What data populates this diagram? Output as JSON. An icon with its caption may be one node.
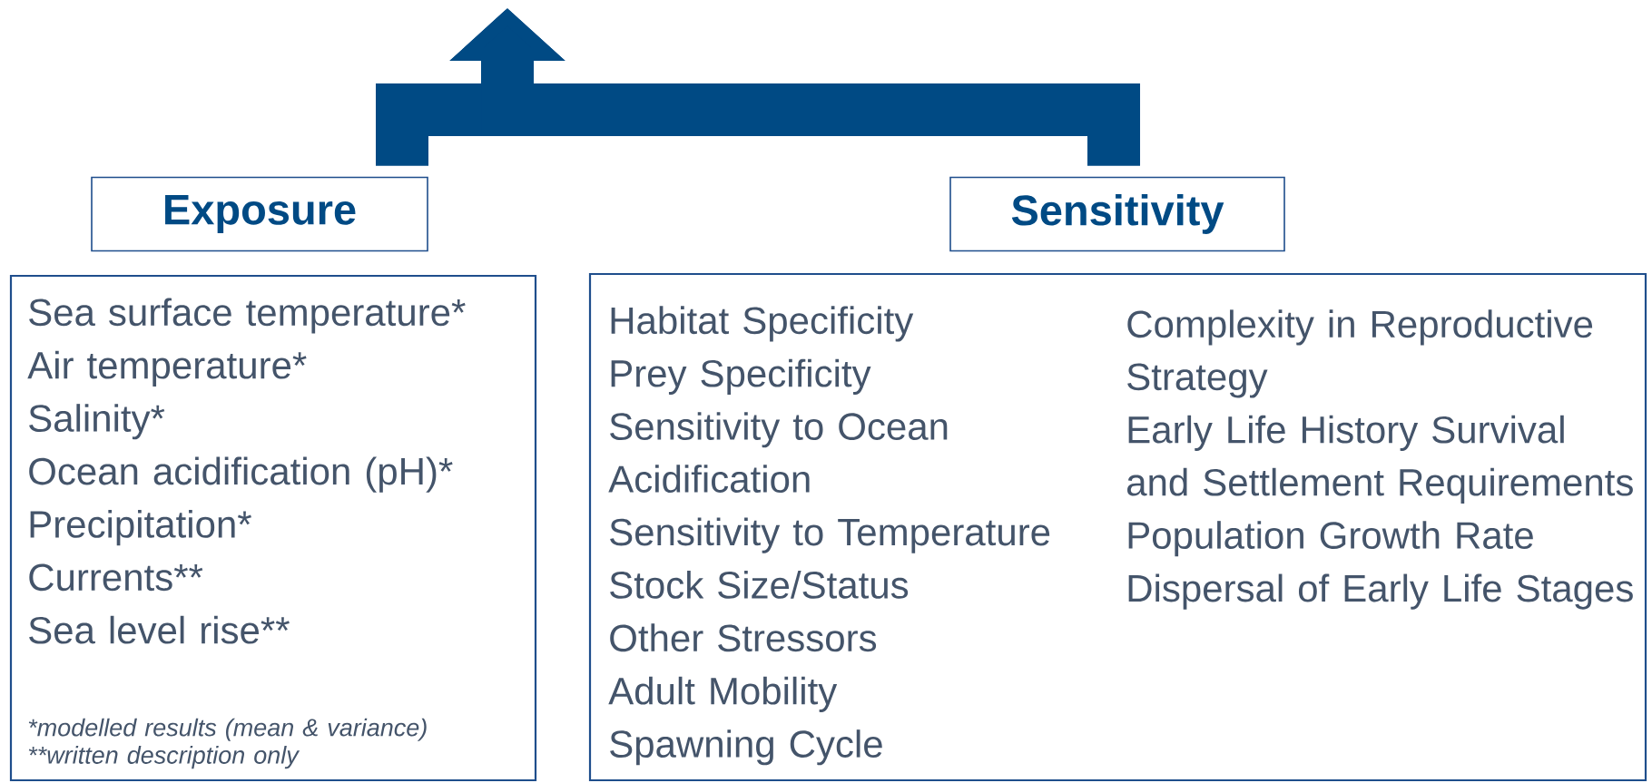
{
  "diagram": {
    "nodes": [
      {
        "text": [
          "Exposure"
        ]
      },
      {
        "text": [
          "Sensitivity"
        ]
      },
      {
        "text": [
          "Sea surface temperature*",
          "Air temperature*",
          "Salinity*",
          "Ocean acidification (pH)*",
          "Precipitation*",
          "Currents**",
          "Sea level rise**",
          "*modelled results (mean & variance)",
          "**written description only"
        ]
      },
      {
        "text": [
          "Habitat Specificity",
          "Prey Specificity",
          "Sensitivity to Ocean Acidification",
          "Sensitivity to Temperature",
          "Stock Size/Status",
          "Other Stressors",
          "Adult Mobility",
          "Spawning Cycle",
          "Complexity in Reproductive Strategy",
          "Early Life History Survival and Settlement Requirements",
          "Population Growth Rate",
          "Dispersal of Early Life Stages"
        ]
      }
    ],
    "edges": [
      {
        "from": 0,
        "to": null,
        "arrow": "to"
      },
      {
        "from": 1,
        "to": null,
        "arrow": "to"
      }
    ]
  }
}
